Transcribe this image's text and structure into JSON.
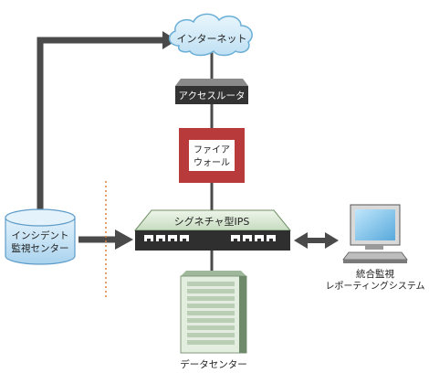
{
  "nodes": {
    "internet": {
      "label": "インターネット"
    },
    "access_router": {
      "label": "アクセスルータ"
    },
    "firewall": {
      "line1": "ファイア",
      "line2": "ウォール"
    },
    "ips": {
      "label": "シグネチャ型IPS"
    },
    "incident_center": {
      "line1": "インシデント",
      "line2": "監視センター"
    },
    "integrated_monitor": {
      "line1": "統合監視",
      "line2": "レポーティングシステム"
    },
    "data_center": {
      "label": "データセンター"
    }
  },
  "colors": {
    "line": "#4a4a4a",
    "cloud_fill": "#cde8f6",
    "cloud_stroke": "#6aaed6",
    "router_dark": "#333333",
    "firewall_red": "#b83a3a",
    "ips_body": "#d7e6cf",
    "boundary_dotted": "#e07a3a",
    "cylinder_fill": "#bfe0f3",
    "building_fill": "#cfe6cf"
  },
  "icons": [
    "cloud-icon",
    "router-icon",
    "firewall-icon",
    "ips-switch-icon",
    "database-icon",
    "monitor-icon",
    "building-icon"
  ]
}
